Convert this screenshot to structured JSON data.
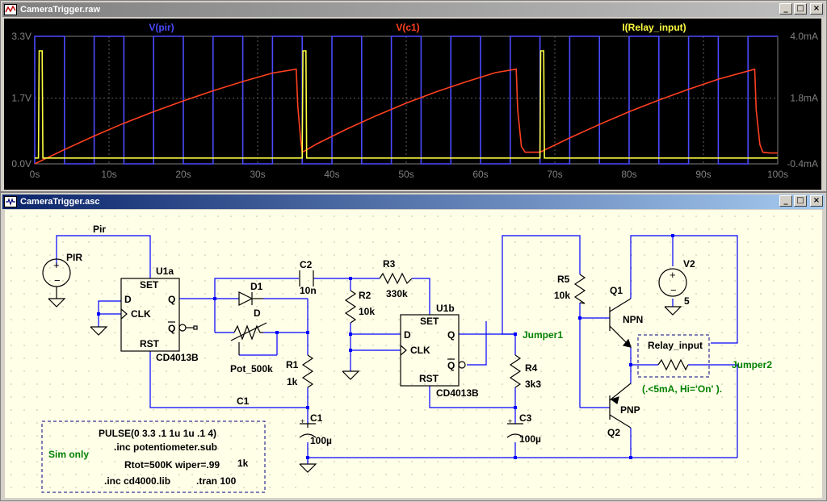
{
  "plot_window": {
    "title": "CameraTrigger.raw",
    "buttons": {
      "minimize": "_",
      "restore": "□",
      "close": "×"
    }
  },
  "schematic_window": {
    "title": "CameraTrigger.asc",
    "buttons": {
      "minimize": "_",
      "restore": "□",
      "close": "×"
    }
  },
  "chart_data": {
    "type": "line",
    "series": [
      {
        "name": "V(pir)",
        "color": "#4a4aff",
        "x": [
          0,
          0,
          4,
          4,
          8,
          8,
          12,
          12,
          16,
          16,
          20,
          20,
          24,
          24,
          28,
          28,
          32,
          32,
          36,
          36,
          40,
          40,
          44,
          44,
          48,
          48,
          52,
          52,
          56,
          56,
          60,
          60,
          64,
          64,
          68,
          68,
          72,
          72,
          76,
          76,
          80,
          80,
          84,
          84,
          88,
          88,
          92,
          92,
          96,
          96,
          100
        ],
        "y": [
          0,
          3.3,
          3.3,
          0,
          0,
          3.3,
          3.3,
          0,
          0,
          3.3,
          3.3,
          0,
          0,
          3.3,
          3.3,
          0,
          0,
          3.3,
          3.3,
          0,
          0,
          3.3,
          3.3,
          0,
          0,
          3.3,
          3.3,
          0,
          0,
          3.3,
          3.3,
          0,
          0,
          3.3,
          3.3,
          0,
          0,
          3.3,
          3.3,
          0,
          0,
          3.3,
          3.3,
          0,
          0,
          3.3,
          3.3,
          0,
          0,
          3.3,
          3.3
        ]
      },
      {
        "name": "V(c1)",
        "color": "#ff4020",
        "x": [
          0,
          4,
          8,
          12,
          16,
          20,
          24,
          28,
          32,
          35.2,
          35.4,
          35.8,
          36,
          36.2,
          38,
          42,
          46,
          50,
          54,
          58,
          62,
          64.8,
          65,
          65.5,
          66,
          67.7,
          68,
          72,
          76,
          80,
          84,
          88,
          92,
          96.9,
          97.1,
          97.6,
          98,
          99,
          100
        ],
        "y": [
          0,
          0.37,
          0.72,
          1.05,
          1.35,
          1.63,
          1.89,
          2.13,
          2.35,
          2.45,
          1.5,
          0.6,
          0.3,
          0.32,
          0.52,
          0.9,
          1.25,
          1.57,
          1.86,
          2.12,
          2.36,
          2.45,
          1.4,
          0.45,
          0.3,
          0.3,
          0.3,
          0.67,
          1.02,
          1.35,
          1.65,
          1.93,
          2.19,
          2.45,
          1.4,
          0.5,
          0.3,
          0.28,
          0.28
        ]
      },
      {
        "name": "I(Relay_input)",
        "color": "#ffff40",
        "x": [
          0,
          0.5,
          0.6,
          0.8,
          1,
          1.1,
          36,
          36.1,
          36.3,
          36.5,
          36.6,
          68,
          68.1,
          68.3,
          68.5,
          68.6,
          100
        ],
        "y": [
          -0.2,
          -0.2,
          3.5,
          3.5,
          3.5,
          -0.2,
          -0.2,
          3.5,
          3.5,
          3.5,
          -0.2,
          -0.2,
          3.5,
          3.5,
          3.5,
          -0.2,
          -0.2
        ]
      }
    ],
    "x_ticks": [
      "0s",
      "10s",
      "20s",
      "30s",
      "40s",
      "50s",
      "60s",
      "70s",
      "80s",
      "90s",
      "100s"
    ],
    "y_left_ticks": [
      "3.3V",
      "1.7V",
      "0.0V"
    ],
    "y_right_ticks": [
      "4.0mA",
      "1.8mA",
      "-0.4mA"
    ],
    "xlim": [
      0,
      100
    ],
    "ylim_left": [
      0,
      3.3
    ],
    "ylim_right": [
      -0.4,
      4.0
    ],
    "grid": true,
    "legend": "top"
  },
  "schematic": {
    "labels": {
      "pir_net": "Pir",
      "pir_src": "PIR",
      "u1a": "U1a",
      "set": "SET",
      "d": "D",
      "clk": "CLK",
      "q": "Q",
      "qbar": "Q",
      "rst": "RST",
      "cd4013b_a": "CD4013B",
      "c2": "C2",
      "c2_val": "10n",
      "d1": "D1",
      "d1_d": "D",
      "pot": "Pot_500k",
      "r1": "R1",
      "r1_val": "1k",
      "c1_net": "C1",
      "c1": "C1",
      "c1_val": "100µ",
      "r3": "R3",
      "r3_val": "330k",
      "r2": "R2",
      "r2_val": "10k",
      "u1b": "U1b",
      "set_b": "SET",
      "d_b": "D",
      "clk_b": "CLK",
      "q_b": "Q",
      "qbar_b": "Q",
      "rst_b": "RST",
      "cd4013b_b": "CD4013B",
      "jumper1": "Jumper1",
      "r4": "R4",
      "r4_val": "3k3",
      "c3": "C3",
      "c3_val": "100µ",
      "r5": "R5",
      "r5_val": "10k",
      "q1": "Q1",
      "npn": "NPN",
      "q2": "Q2",
      "pnp": "PNP",
      "v2": "V2",
      "v2_val": "5",
      "relay_input": "Relay_input",
      "jumper2": "Jumper2",
      "relay_note": "(.<5mA, Hi='On' )."
    },
    "directives": {
      "pulse": "PULSE(0 3.3 .1 1u 1u .1 4)",
      "inc_pot": ".inc potentiometer.sub",
      "rtot": "Rtot=500K wiper=.99",
      "rtot_unit": "1k",
      "inc_cd": ".inc cd4000.lib",
      "tran": ".tran 100",
      "sim_only": "Sim only"
    }
  }
}
